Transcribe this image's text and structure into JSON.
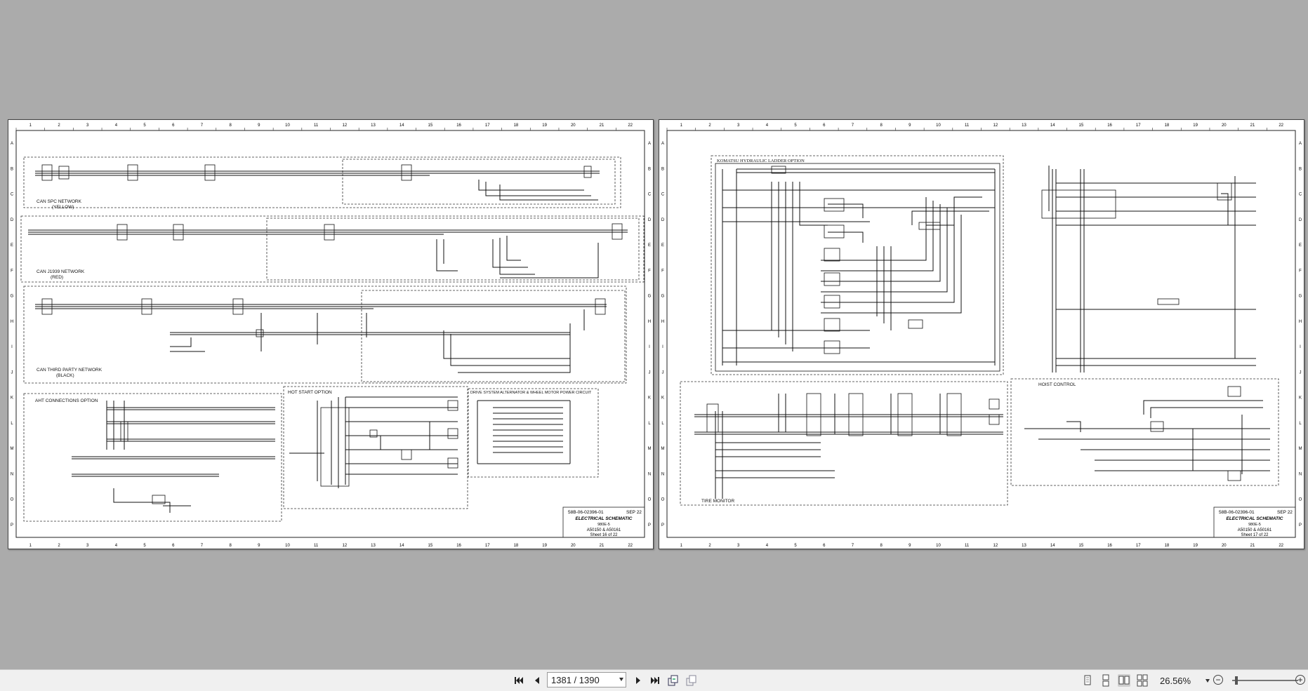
{
  "viewer": {
    "left_page": {
      "sections": [
        "CAN SPC NETWORK",
        "(YELLOW)",
        "CAN J1939 NETWORK",
        "(RED)",
        "CAN THIRD PARTY NETWORK",
        "(BLACK)",
        "AHT CONNECTIONS OPTION",
        "HOT START OPTION",
        "DRIVE SYSTEM ALTERNATOR & WHEEL MOTOR POWER CIRCUIT"
      ],
      "title_block": {
        "doc_number": "58B-06-02396-01",
        "date": "SEP 22",
        "title": "ELECTRICAL SCHEMATIC",
        "model": "980E-5",
        "serials": "A50150 & A50161",
        "sheet": "Sheet 16 of 22"
      }
    },
    "right_page": {
      "sections": [
        "KOMATSU HYDRAULIC LADDER OPTION",
        "HOIST CONTROL",
        "TIRE MONITOR"
      ],
      "title_block": {
        "doc_number": "58B-06-02396-01",
        "date": "SEP 22",
        "title": "ELECTRICAL SCHEMATIC",
        "model": "980E-5",
        "serials": "A50150 & A50161",
        "sheet": "Sheet 17 of 22"
      }
    },
    "grid": {
      "columns": [
        "1",
        "2",
        "3",
        "4",
        "5",
        "6",
        "7",
        "8",
        "9",
        "10",
        "11",
        "12",
        "13",
        "14",
        "15",
        "16",
        "17",
        "18",
        "19",
        "20",
        "21",
        "22"
      ],
      "rows": [
        "A",
        "B",
        "C",
        "D",
        "E",
        "F",
        "G",
        "H",
        "I",
        "J",
        "K",
        "L",
        "M",
        "N",
        "O",
        "P"
      ]
    }
  },
  "statusbar": {
    "page_value": "1381 / 1390",
    "zoom": "26.56%",
    "first_page_icon": "first-page-icon",
    "prev_page_icon": "previous-page-icon",
    "next_page_icon": "next-page-icon",
    "last_page_icon": "last-page-icon",
    "zoom_out_label": "−",
    "zoom_in_label": "+"
  }
}
